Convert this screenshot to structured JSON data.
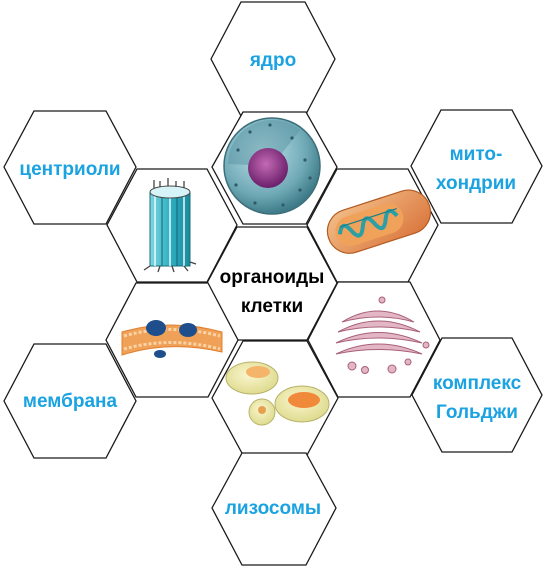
{
  "colors": {
    "label": "#1aa3e0",
    "center_label": "#000000",
    "outline": "#1a1a1a"
  },
  "center": {
    "line1": "органоиды",
    "line2": "клетки"
  },
  "labels": {
    "nucleus": "ядро",
    "mitochondria_line1": "мито-",
    "mitochondria_line2": "хондрии",
    "centrioles": "центриоли",
    "golgi_line1": "комплекс",
    "golgi_line2": "Гольджи",
    "membrane": "мембрана",
    "lysosomes": "лизосомы"
  },
  "icons": {
    "nucleus": "cell-nucleus-icon",
    "mitochondria": "mitochondrion-icon",
    "centrioles": "centriole-icon",
    "golgi": "golgi-apparatus-icon",
    "membrane": "cell-membrane-icon",
    "lysosomes": "lysosome-icon"
  }
}
